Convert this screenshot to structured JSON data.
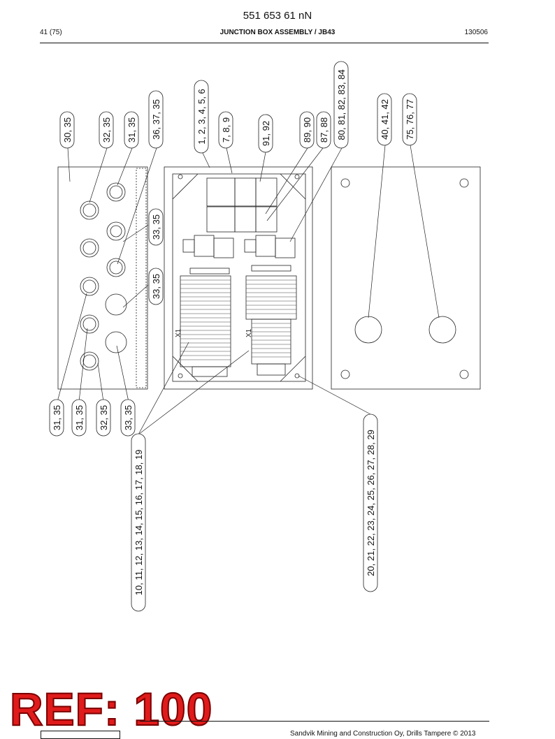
{
  "header": {
    "doc_number": "551 653 61 nN",
    "page": "41 (75)",
    "title": "JUNCTION BOX ASSEMBLY / JB43",
    "date": "130506"
  },
  "drawing": {
    "callouts_top": [
      "30, 35",
      "32, 35",
      "31, 35",
      "36, 37, 35",
      "1, 2, 3, 4, 5, 6",
      "7, 8, 9",
      "91, 92",
      "89, 90",
      "87, 88",
      "80, 81, 82, 83, 84",
      "40, 41, 42",
      "75, 76, 77"
    ],
    "callouts_side": [
      "33, 35",
      "33, 35"
    ],
    "callouts_bottom": [
      "31, 35",
      "31, 35",
      "32, 35",
      "33, 35",
      "10, 11, 12, 13, 14, 15, 16, 17, 18, 19",
      "20, 21, 22, 23, 24, 25, 26, 27, 28, 29"
    ],
    "terminal_label_left": "X1",
    "terminal_label_right": "X1"
  },
  "footer": {
    "stamp": "REF: 100",
    "copyright": "Sandvik Mining and Construction Oy, Drills Tampere © 2013"
  }
}
